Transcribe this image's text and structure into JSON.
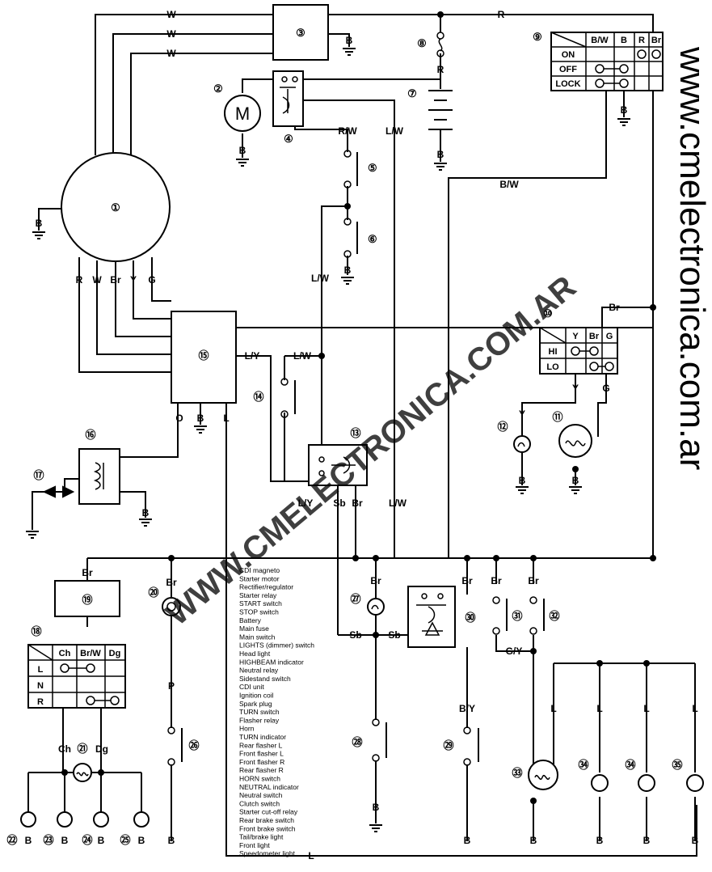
{
  "watermark": {
    "diagonal": "WWW.CMELECTRONICA.COM.AR",
    "side": "www.cmelectronica.com.ar"
  },
  "wire_labels": {
    "w": "W",
    "r": "R",
    "b": "B",
    "bw": "B/W",
    "br": "Br",
    "rw": "R/W",
    "lw": "L/W",
    "ly": "L/Y",
    "o": "O",
    "l": "L",
    "y": "Y",
    "g": "G",
    "sb": "Sb",
    "p": "P",
    "by": "B/Y",
    "gy": "G/Y",
    "ch": "Ch",
    "dg": "Dg"
  },
  "components": [
    "1",
    "2",
    "3",
    "4",
    "5",
    "6",
    "7",
    "8",
    "9",
    "10",
    "11",
    "12",
    "13",
    "14",
    "15",
    "16",
    "17",
    "18",
    "19",
    "20",
    "21",
    "22",
    "23",
    "24",
    "25",
    "26",
    "27",
    "28",
    "29",
    "30",
    "31",
    "32",
    "33",
    "34",
    "35"
  ],
  "main_switch_table": {
    "headers": [
      "B/W",
      "B",
      "R",
      "Br"
    ],
    "rows": [
      "ON",
      "OFF",
      "LOCK"
    ]
  },
  "dimmer_switch_table": {
    "headers": [
      "Y",
      "Br",
      "G"
    ],
    "rows": [
      "HI",
      "LO"
    ]
  },
  "turn_switch_table": {
    "headers": [
      "Ch",
      "Br/W",
      "Dg"
    ],
    "rows": [
      "L",
      "N",
      "R"
    ]
  },
  "legend": [
    "CDI magneto",
    "Starter motor",
    "Rectifier/regulator",
    "Starter relay",
    "START switch",
    "STOP switch",
    "Battery",
    "Main fuse",
    "Main switch",
    "LIGHTS (dimmer) switch",
    "Head light",
    "HIGHBEAM indicator",
    "Neutral relay",
    "Sidestand switch",
    "CDI unit",
    "Ignition coil",
    "Spark plug",
    "TURN switch",
    "Flasher relay",
    "Horn",
    "TURN indicator",
    "Rear flasher L",
    "Front flasher L",
    "Front flasher R",
    "Rear flasher R",
    "HORN switch",
    "NEUTRAL indicator",
    "Neutral switch",
    "Clutch switch",
    "Starter cut-off relay",
    "Rear brake switch",
    "Front brake switch",
    "Tail/brake light",
    "Front light",
    "Speedometer light"
  ]
}
